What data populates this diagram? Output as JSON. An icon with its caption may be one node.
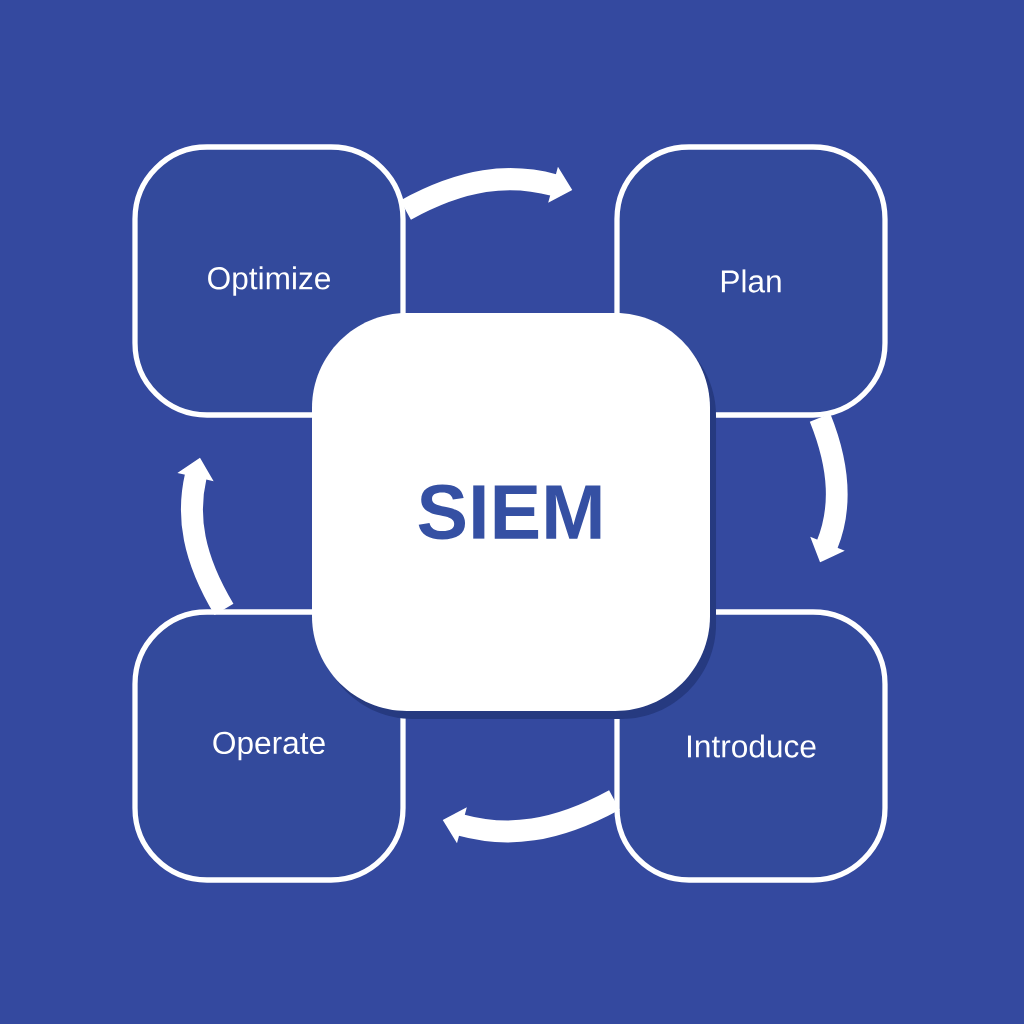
{
  "diagram": {
    "nodes": [
      {
        "text": [
          "Optimize"
        ]
      },
      {
        "text": [
          "Plan"
        ]
      },
      {
        "text": [
          "SIEM"
        ]
      },
      {
        "text": [
          "Operate"
        ]
      },
      {
        "text": [
          "Introduce"
        ]
      }
    ],
    "edges": [
      {
        "from": 0,
        "to": 1,
        "arrow": "to"
      },
      {
        "from": 1,
        "to": 4,
        "arrow": "to"
      },
      {
        "from": 4,
        "to": 3,
        "arrow": "to"
      },
      {
        "from": 3,
        "to": 0,
        "arrow": "to"
      }
    ]
  }
}
